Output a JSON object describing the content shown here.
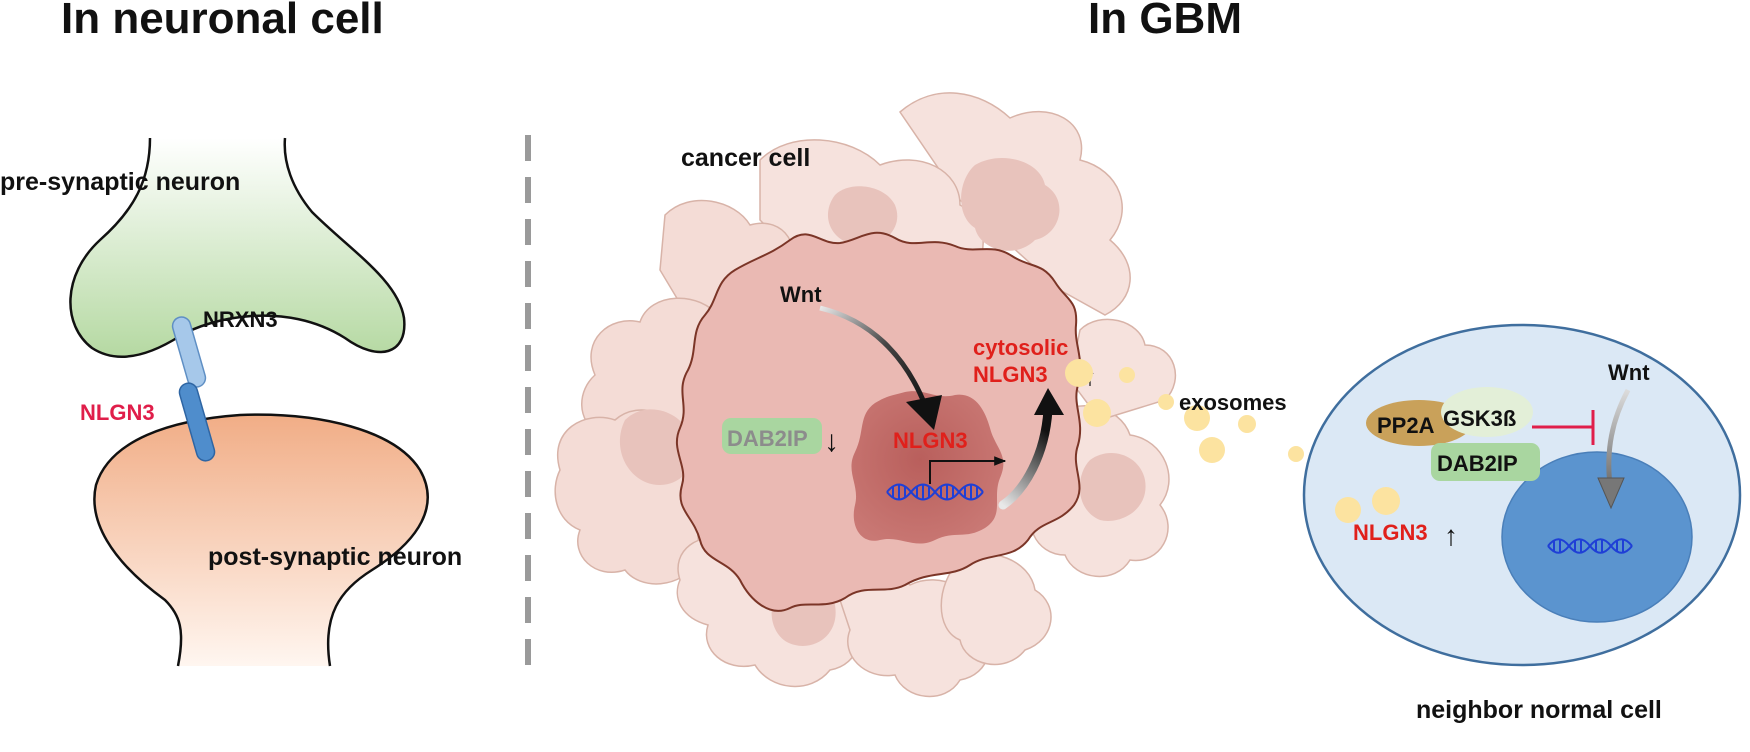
{
  "left_panel": {
    "title": "In neuronal cell",
    "pre_label": "pre-synaptic neuron",
    "post_label": "post-synaptic neuron",
    "nrxn3_label": "NRXN3",
    "nlgn3_label": "NLGN3"
  },
  "middle_panel": {
    "title": "In GBM",
    "cancer_label": "cancer cell",
    "wnt_label": "Wnt",
    "dab2ip_label": "DAB2IP",
    "down_arrow": "↓",
    "nucleus_nlgn3": "NLGN3",
    "cytosolic_line1": "cytosolic",
    "cytosolic_line2": "NLGN3",
    "up_arrow": "↑",
    "exosomes_label": "exosomes"
  },
  "right_panel": {
    "wnt_label": "Wnt",
    "pp2a_label": "PP2A",
    "gsk_label": "GSK3ß",
    "dab2ip_label": "DAB2IP",
    "nlgn3_label": "NLGN3",
    "up_arrow": "↑",
    "cell_label": "neighbor normal cell"
  },
  "colors": {
    "nlgn3_red": "#e0201b",
    "nlgn3_pink": "#e01e4a",
    "green_box": "#a9d6a0",
    "exosome": "#fce3a0",
    "normal_cell": "#dbe8f5",
    "normal_nucleus": "#5b94cf",
    "dna": "#1f3fd6"
  }
}
